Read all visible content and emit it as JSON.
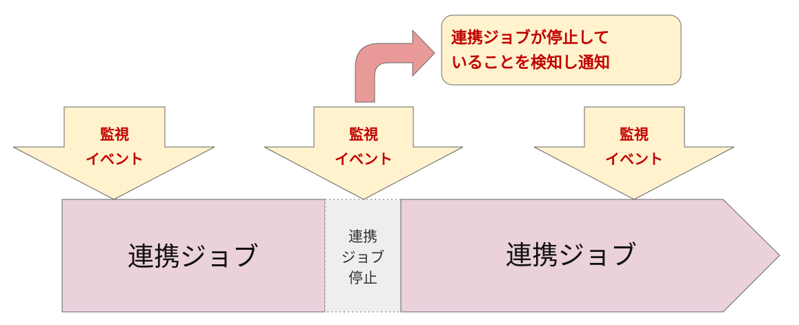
{
  "colors": {
    "arrow_fill": "#fff2cc",
    "arrow_stroke": "#666666",
    "job_fill": "#ead1dc",
    "stop_fill": "#eeeeee",
    "curve_fill": "#ea9999",
    "callout_fill": "#fff2cc",
    "emphasis_text": "#c00000"
  },
  "monitor_events": [
    {
      "line1": "監視",
      "line2": "イベント"
    },
    {
      "line1": "監視",
      "line2": "イベント"
    },
    {
      "line1": "監視",
      "line2": "イベント"
    }
  ],
  "jobs": [
    {
      "label": "連携ジョブ"
    },
    {
      "label": "連携ジョブ"
    }
  ],
  "stopped": {
    "line1": "連携",
    "line2": "ジョブ",
    "line3": "停止"
  },
  "callout": {
    "line1": "連携ジョブが停止して",
    "line2": "いることを検知し通知"
  }
}
